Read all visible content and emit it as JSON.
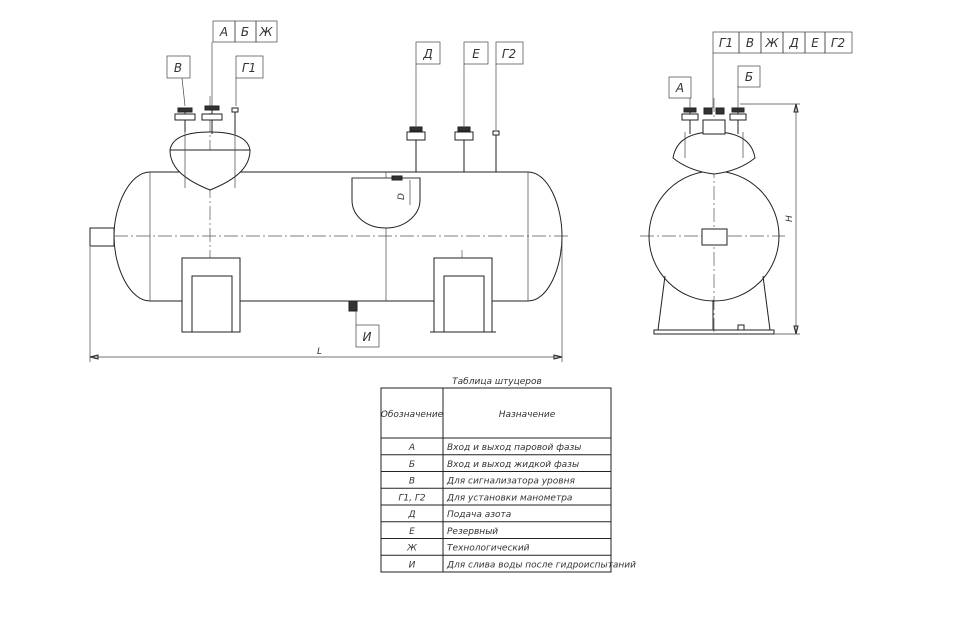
{
  "dimensions": {
    "length": "L",
    "height": "H",
    "diameter": "D"
  },
  "nozzle_tags": {
    "group_top": [
      "А",
      "Б",
      "Ж"
    ],
    "v": "В",
    "g1": "Г1",
    "d": "Д",
    "e": "Е",
    "g2": "Г2",
    "i": "И",
    "side_group": [
      "Г1",
      "В",
      "Ж",
      "Д",
      "Е",
      "Г2"
    ],
    "side_a": "А",
    "side_b": "Б"
  },
  "table": {
    "caption": "Таблица штуцеров",
    "header_col1": "Обозначение",
    "header_col2": "Назначение",
    "rows": [
      {
        "code": "А",
        "purpose": "Вход  и выход паровой фазы"
      },
      {
        "code": "Б",
        "purpose": "Вход и выход жидкой фазы"
      },
      {
        "code": "В",
        "purpose": "Для сигнализатора уровня"
      },
      {
        "code": "Г1, Г2",
        "purpose": "Для установки манометра"
      },
      {
        "code": "Д",
        "purpose": "Подача азота"
      },
      {
        "code": "Е",
        "purpose": "Резервный"
      },
      {
        "code": "Ж",
        "purpose": "Технологический"
      },
      {
        "code": "И",
        "purpose": "Для слива воды после гидроиспытаний"
      }
    ]
  }
}
